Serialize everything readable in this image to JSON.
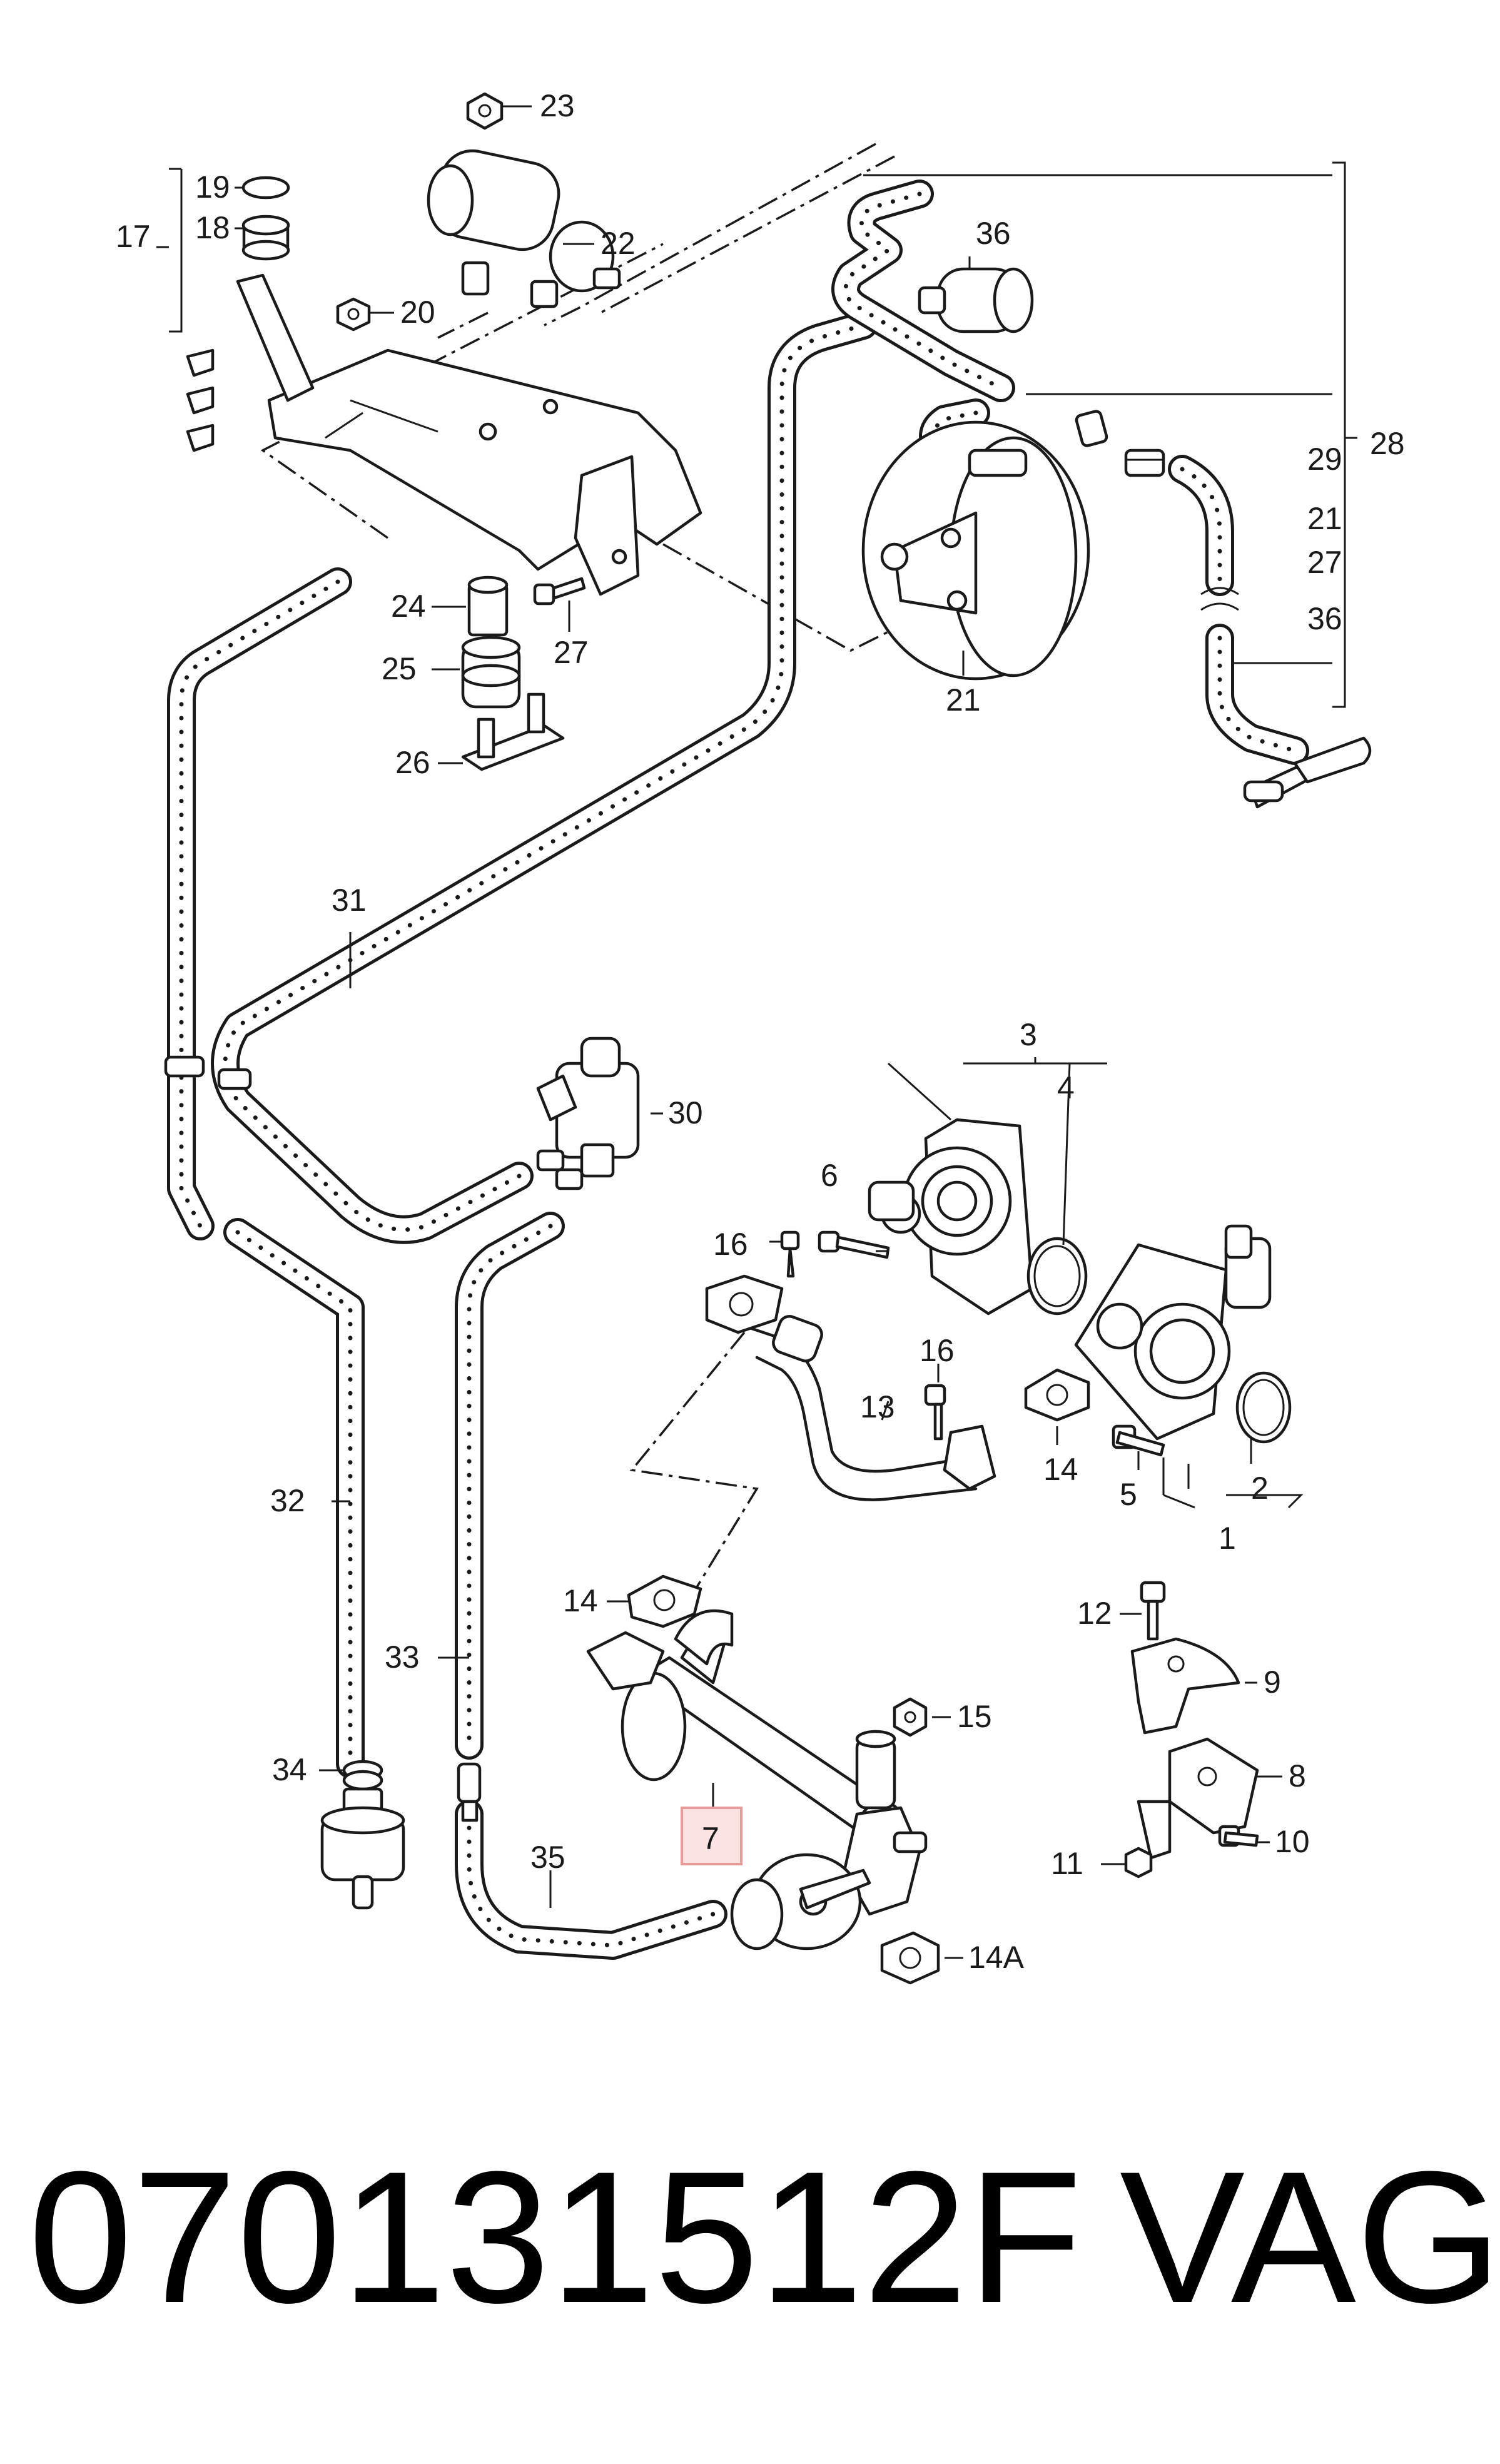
{
  "callouts": {
    "c1": "1",
    "c2": "2",
    "c3": "3",
    "c4": "4",
    "c5": "5",
    "c6": "6",
    "c7": "7",
    "c8": "8",
    "c9": "9",
    "c10": "10",
    "c11": "11",
    "c12": "12",
    "c13": "13",
    "c14a": "14",
    "c14b": "14",
    "c14A": "14A",
    "c15": "15",
    "c16a": "16",
    "c16b": "16",
    "c17": "17",
    "c18": "18",
    "c19": "19",
    "c20": "20",
    "c21a": "21",
    "c21b": "21",
    "c22": "22",
    "c23": "23",
    "c24": "24",
    "c25": "25",
    "c26": "26",
    "c27a": "27",
    "c27b": "27",
    "c28": "28",
    "c29": "29",
    "c30": "30",
    "c31": "31",
    "c32": "32",
    "c33": "33",
    "c34": "34",
    "c35": "35",
    "c36a": "36",
    "c36b": "36"
  },
  "footer": {
    "part_number": "070131512F",
    "brand": "VAG"
  },
  "highlight": {
    "part": "7",
    "fill_color": "#fbe3e3",
    "border_color": "#e89a9a"
  }
}
